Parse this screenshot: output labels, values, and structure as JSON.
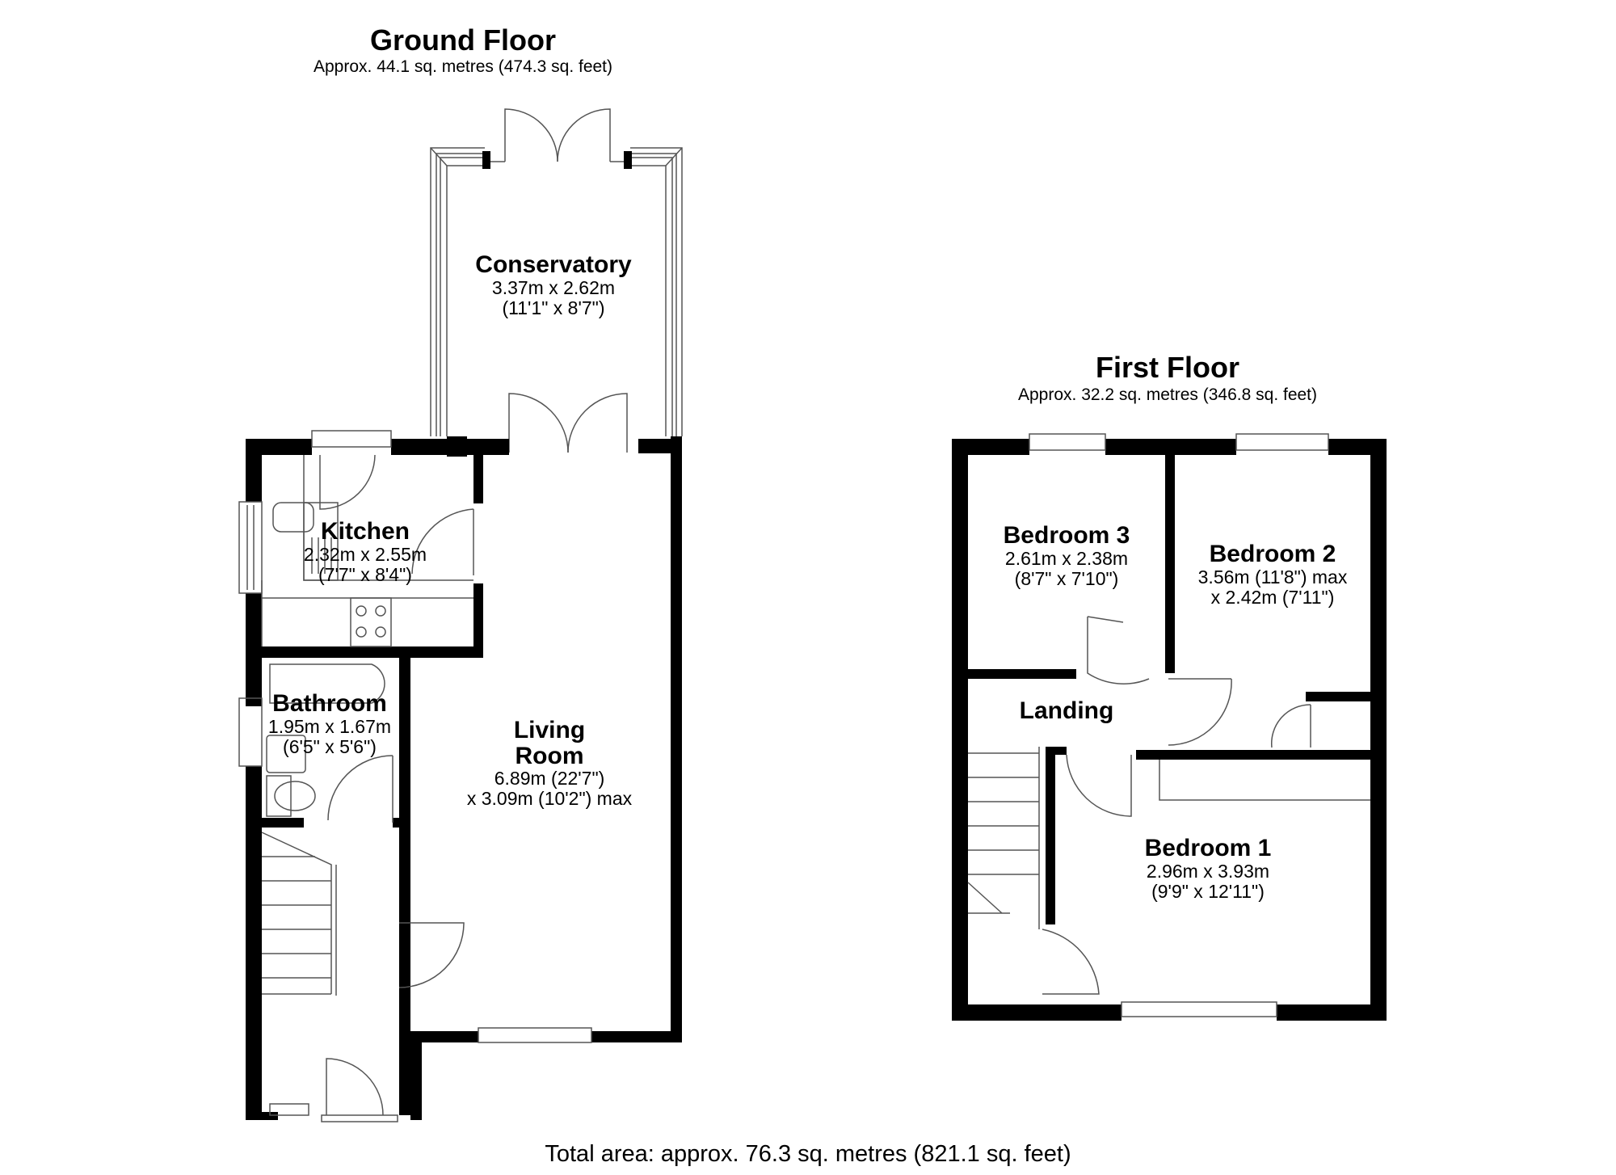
{
  "ground_floor": {
    "title": "Ground Floor",
    "area": "Approx. 44.1 sq. metres (474.3 sq. feet)",
    "rooms": [
      {
        "name": "Conservatory",
        "dim1": "3.37m x 2.62m",
        "dim2": "(11'1\" x 8'7\")"
      },
      {
        "name": "Kitchen",
        "dim1": "2.32m x 2.55m",
        "dim2": "(7'7\" x 8'4\")"
      },
      {
        "name": "Bathroom",
        "dim1": "1.95m x 1.67m",
        "dim2": "(6'5\" x 5'6\")"
      },
      {
        "name_line1": "Living",
        "name_line2": "Room",
        "dim1": "6.89m (22'7\")",
        "dim2": "x 3.09m (10'2\") max"
      }
    ]
  },
  "first_floor": {
    "title": "First Floor",
    "area": "Approx. 32.2 sq. metres (346.8 sq. feet)",
    "rooms": [
      {
        "name": "Bedroom 3",
        "dim1": "2.61m x 2.38m",
        "dim2": "(8'7\" x 7'10\")"
      },
      {
        "name": "Bedroom 2",
        "dim1": "3.56m (11'8\") max",
        "dim2": "x 2.42m (7'11\")"
      },
      {
        "name": "Landing"
      },
      {
        "name": "Bedroom 1",
        "dim1": "2.96m x 3.93m",
        "dim2": "(9'9\" x 12'11\")"
      }
    ]
  },
  "total_area": "Total area: approx. 76.3 sq. metres (821.1 sq. feet)",
  "colors": {
    "wall": "#000000",
    "line": "#555555",
    "background": "#ffffff"
  }
}
